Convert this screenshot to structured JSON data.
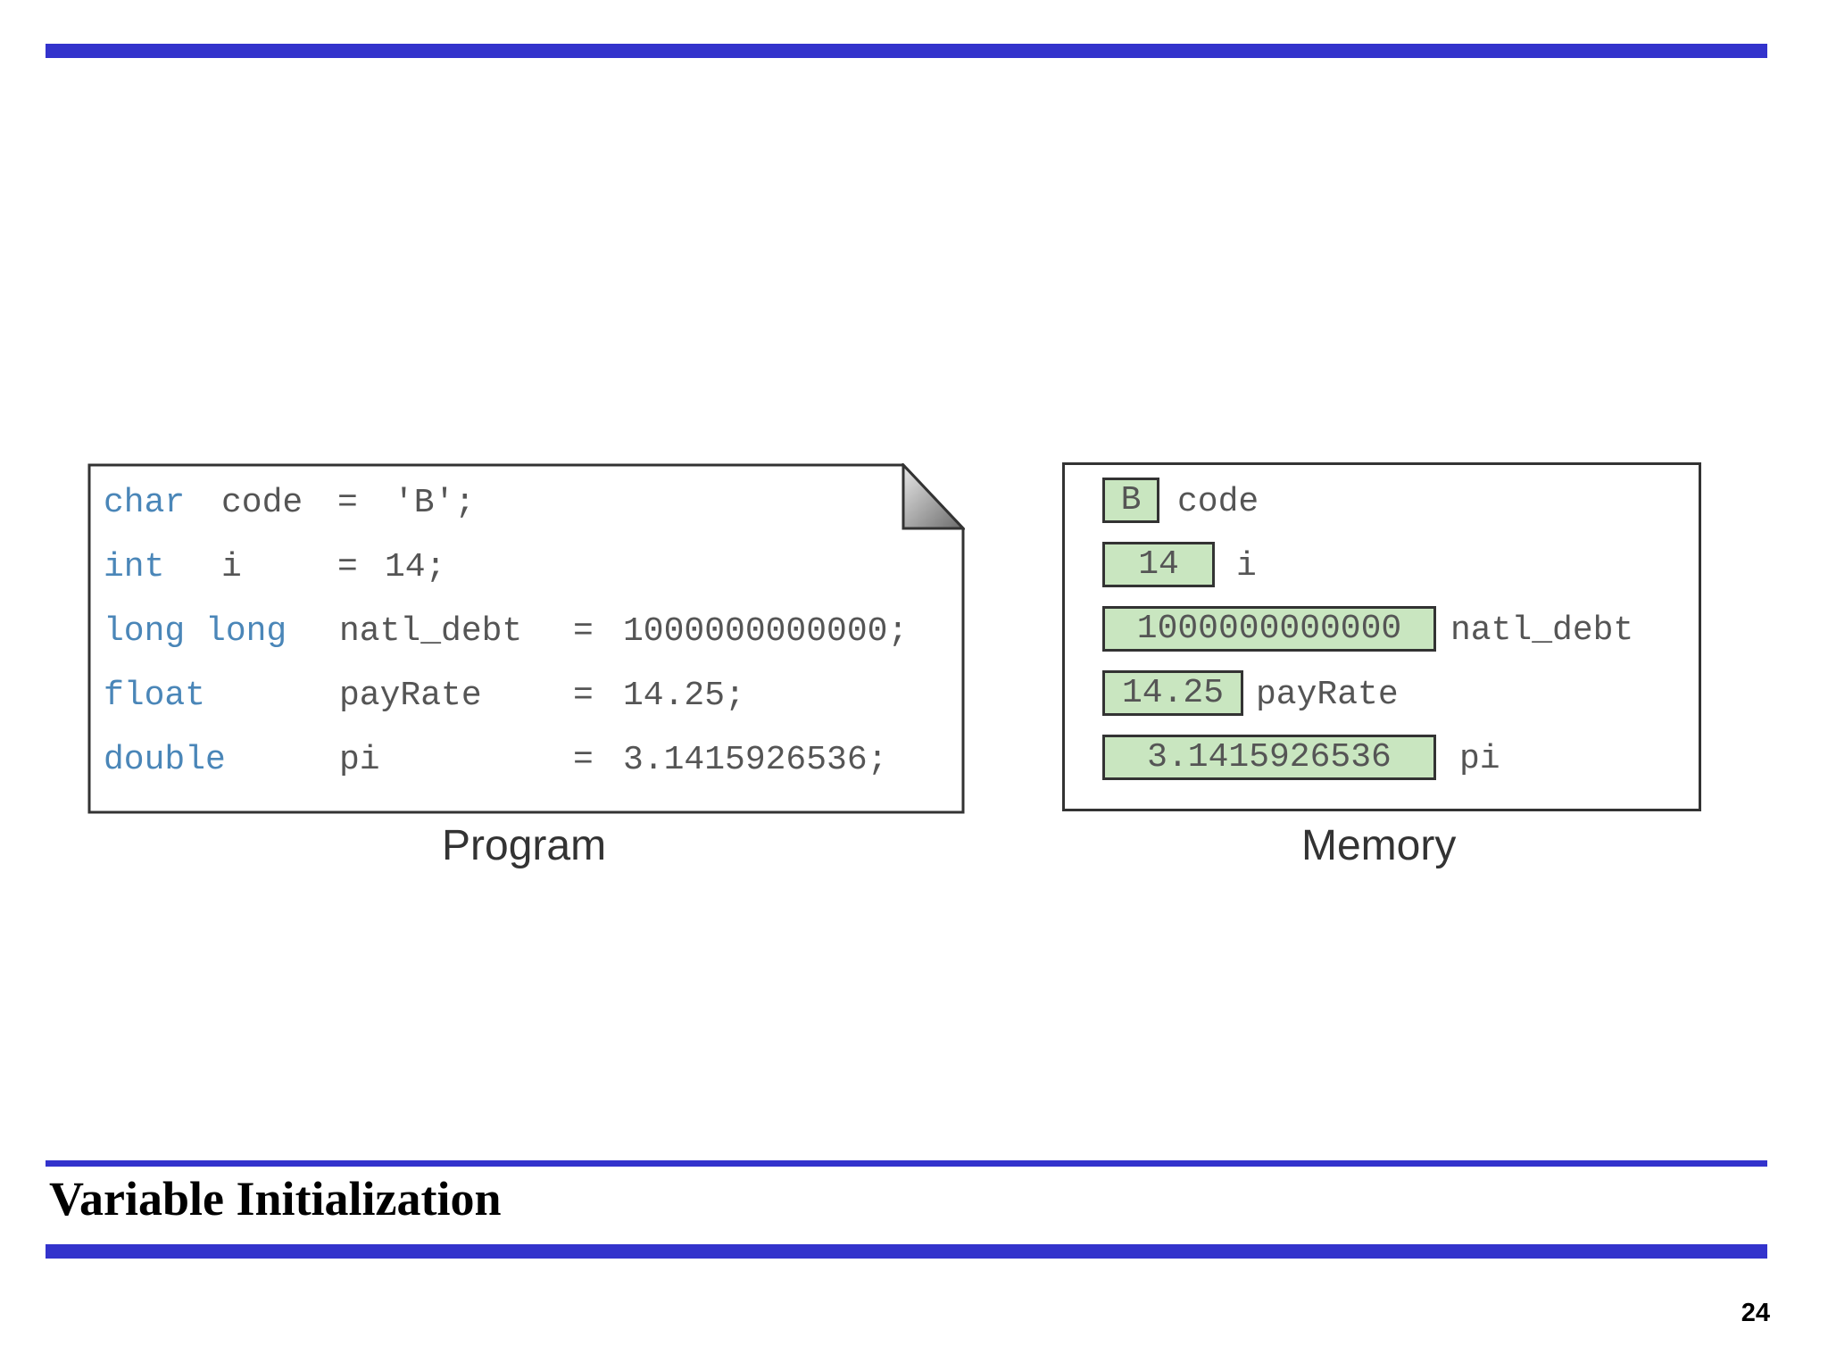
{
  "slide": {
    "title": "Variable Initialization",
    "page_number": "24",
    "accent_color": "#3333cc"
  },
  "program": {
    "caption": "Program",
    "lines": [
      {
        "type": "char",
        "name": "code",
        "value": "'B';"
      },
      {
        "type": "int",
        "name": "i",
        "value": "14;"
      },
      {
        "type": "long long",
        "name": "natl_debt",
        "value": "1000000000000;"
      },
      {
        "type": "float",
        "name": "payRate",
        "value": "14.25;"
      },
      {
        "type": "double",
        "name": "pi",
        "value": "3.1415926536;"
      }
    ],
    "assign": "="
  },
  "memory": {
    "caption": "Memory",
    "cell_color": "#c9e6c0",
    "cells": [
      {
        "value": "B",
        "name": "code"
      },
      {
        "value": "14",
        "name": "i"
      },
      {
        "value": "1000000000000",
        "name": "natl_debt"
      },
      {
        "value": "14.25",
        "name": "payRate"
      },
      {
        "value": "3.1415926536",
        "name": "pi"
      }
    ]
  }
}
